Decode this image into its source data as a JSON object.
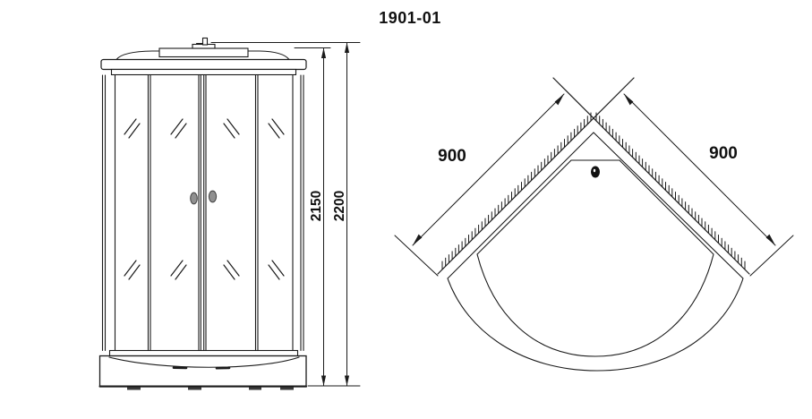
{
  "title": "1901-01",
  "front_view": {
    "name": "shower-cabin-front-elevation",
    "dim_inner_height": "2150",
    "dim_total_height": "2200"
  },
  "top_view": {
    "name": "shower-tray-plan",
    "dim_left_wall": "900",
    "dim_right_wall": "900"
  },
  "colors": {
    "line": "#1a1a1a",
    "background": "#ffffff",
    "handle_fill": "#909090",
    "drain": "#111111"
  }
}
